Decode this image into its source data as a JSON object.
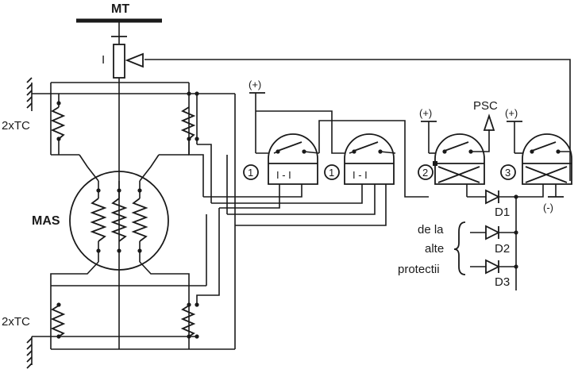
{
  "labels": {
    "mt": "MT",
    "i": "I",
    "tc_top": "2xTC",
    "tc_bottom": "2xTC",
    "mas": "MAS",
    "psc": "PSC",
    "plus1": "(+)",
    "plus2": "(+)",
    "plus3": "(+)",
    "minus": "(-)",
    "relay1a_num": "1",
    "relay1b_num": "1",
    "relay2_num": "2",
    "relay3_num": "3",
    "relay1a_text": "I - I",
    "relay1b_text": "I - I",
    "d1": "D1",
    "d2": "D2",
    "d3": "D3",
    "de_la": "de la",
    "alte": "alte",
    "protectii": "protectii"
  }
}
